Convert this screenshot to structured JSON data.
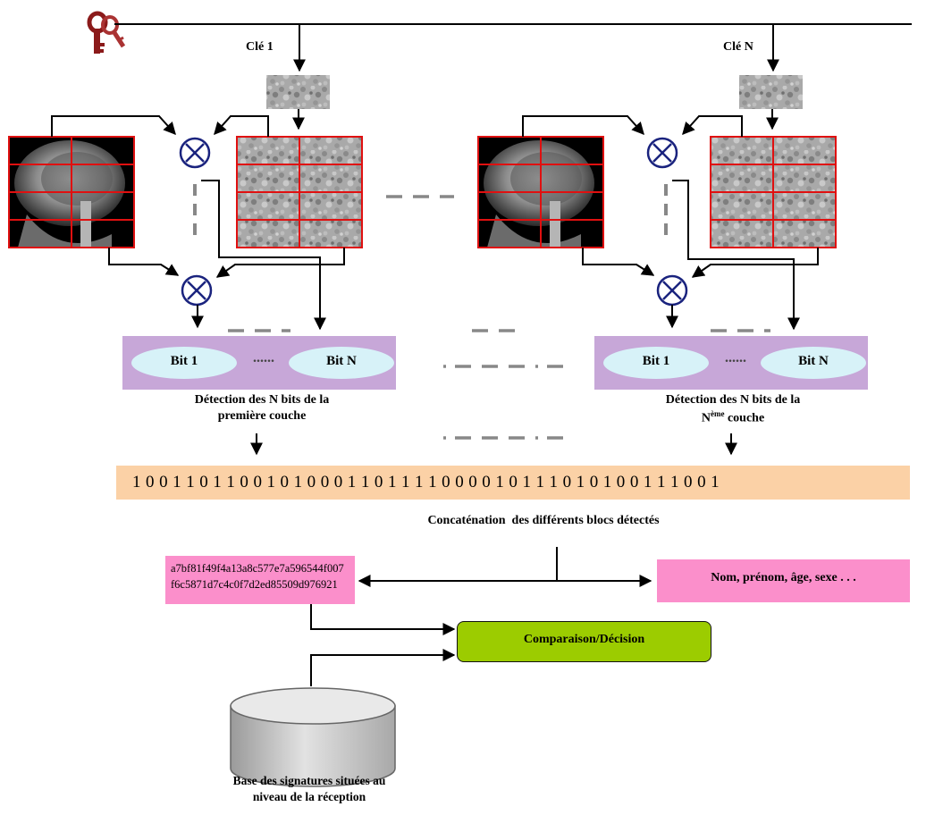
{
  "keys": {
    "key1_label": "Clé 1",
    "keyN_label": "Clé N"
  },
  "layers": [
    {
      "bit_first": "Bit 1",
      "dots": "......",
      "bit_last": "Bit N",
      "caption_line1": "Détection des N bits de la",
      "caption_line2": "première couche"
    },
    {
      "bit_first": "Bit 1",
      "dots": "......",
      "bit_last": "Bit N",
      "caption_line1": "Détection des N bits de la",
      "caption_line2_prefix": "N",
      "caption_line2_sup": "ème",
      "caption_line2_suffix": " couche"
    }
  ],
  "bitstring": "1 0 0 1 1 0 1 1 0 0 1 0 1 0 0 0 1 1 0 1 1 1 1 0 0 0 0 1 0 1 1 1 0 1 0 1 0 0 1 1 1 0 0 1",
  "concat_label": "Concaténation  des différents blocs détectés",
  "hash": {
    "line1": "a7bf81f49f4a13a8c577e7a596544f007",
    "line2": "f6c5871d7c4c0f7d2ed85509d976921"
  },
  "patient_info": "Nom, prénom, âge, sexe . . .",
  "decision_label": "Comparaison/Décision",
  "database": {
    "line1": "Base des signatures situées au",
    "line2": "niveau de la réception"
  },
  "colors": {
    "bitstring_bg": "#fbd1a6",
    "pink": "#fb8fcb",
    "decision_green": "#9ccc00",
    "panel_purple": "#c7a7d8",
    "oval_cyan": "#d7f2f8",
    "grid_red": "#e01010",
    "xor_blue": "#1a237e",
    "key_red": "#8b1a1a"
  }
}
